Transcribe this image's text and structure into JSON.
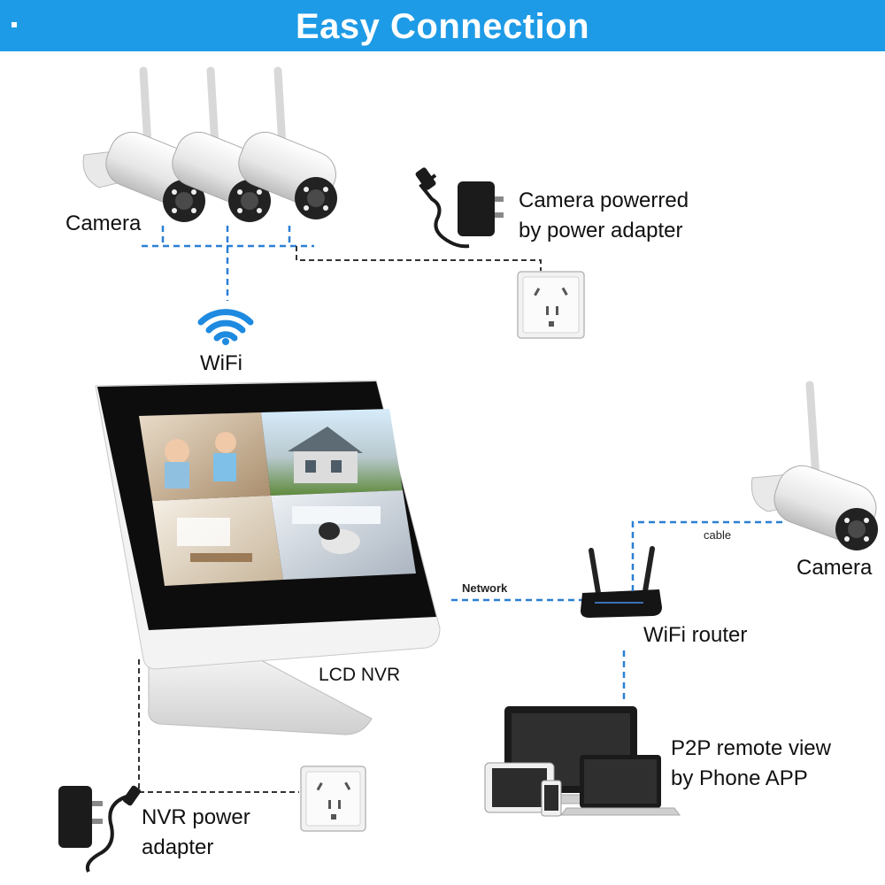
{
  "banner": {
    "title": "Easy Connection",
    "accent_color": "#1e9be6"
  },
  "labels": {
    "camera_group": "Camera",
    "camera_power_line1": "Camera powerred",
    "camera_power_line2": "by power adapter",
    "wifi": "WiFi",
    "lcd_nvr": "LCD NVR",
    "network": "Network",
    "cable": "cable",
    "camera_single": "Camera",
    "wifi_router": "WiFi router",
    "p2p_line1": "P2P remote view",
    "p2p_line2": "by Phone APP",
    "nvr_power_line1": "NVR power",
    "nvr_power_line2": "adapter"
  },
  "icons": [
    "bullet-camera-icon",
    "power-adapter-icon",
    "wall-socket-icon",
    "wifi-icon",
    "lcd-nvr-monitor-icon",
    "wifi-router-icon",
    "laptop-icon",
    "tablet-icon",
    "smartphone-icon"
  ],
  "colors": {
    "dashed_blue": "#2a7fd4",
    "dashed_dark": "#333333"
  }
}
